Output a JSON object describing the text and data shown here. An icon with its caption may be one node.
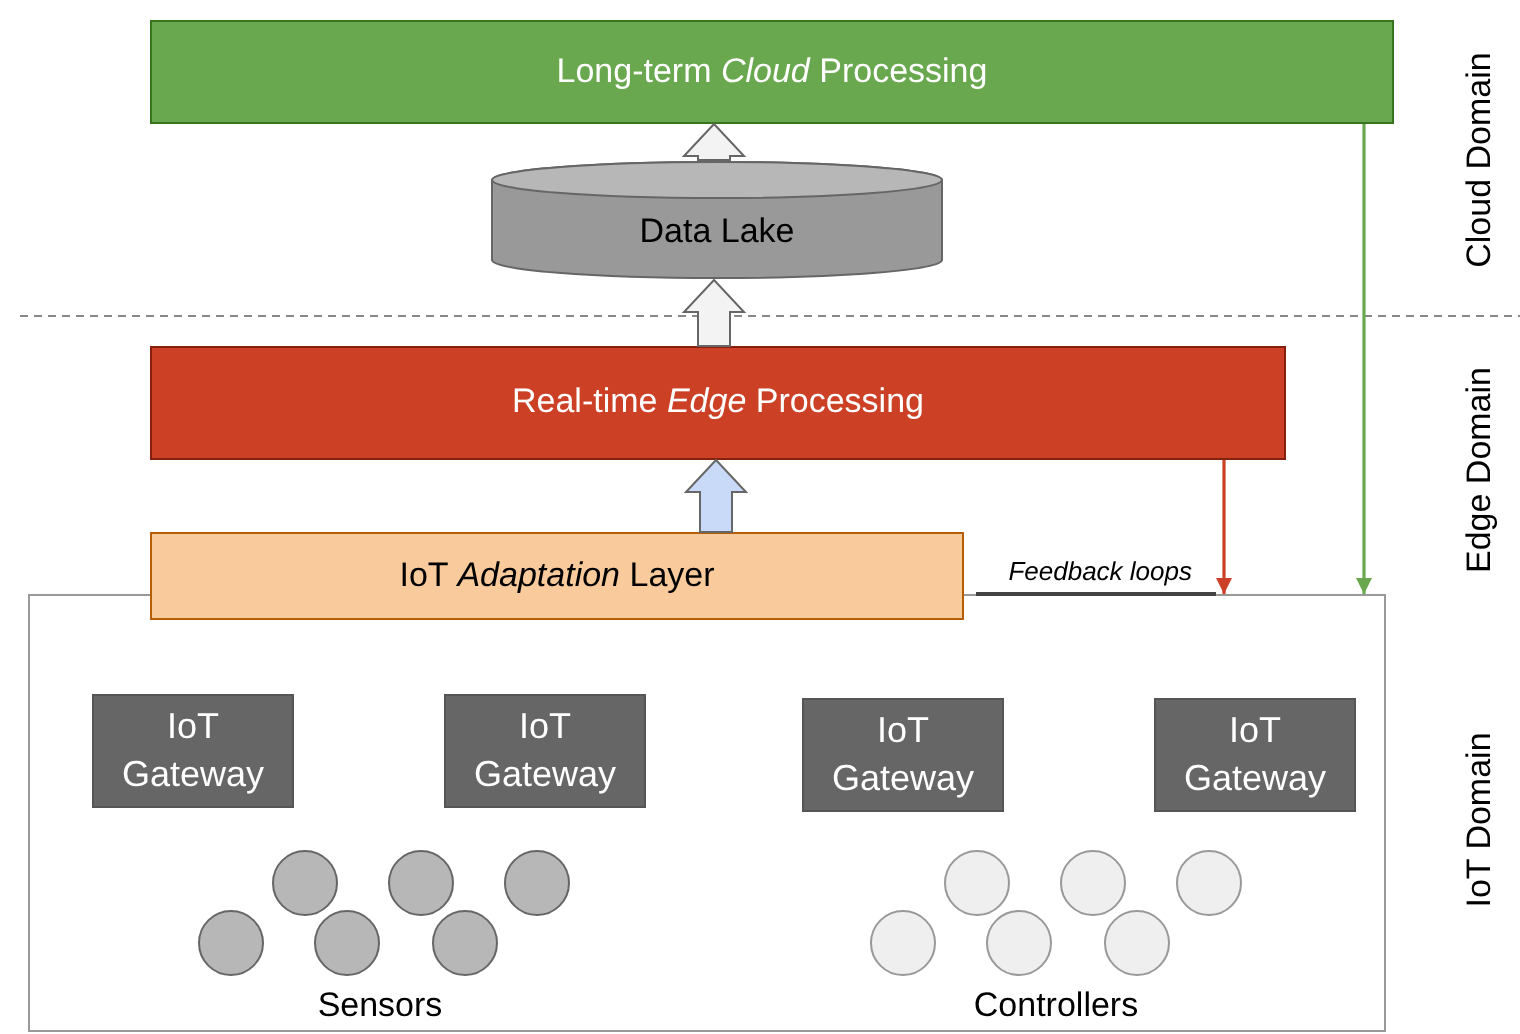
{
  "diagram": {
    "nodes": [
      {
        "text": [
          "Long-term *Cloud* Processing"
        ]
      },
      {
        "text": [
          "Data Lake"
        ]
      },
      {
        "text": [
          "Real-time *Edge* Processing"
        ]
      },
      {
        "text": [],
        "shape": "box"
      },
      {
        "text": [
          "IoT *Adaptation* Layer"
        ]
      },
      {
        "text": [
          "IoT Gateway"
        ],
        "in": 3
      },
      {
        "text": [
          "IoT Gateway"
        ],
        "in": 3
      },
      {
        "text": [
          "IoT Gateway"
        ],
        "in": 3
      },
      {
        "text": [
          "IoT Gateway"
        ],
        "in": 3
      },
      {
        "text": [],
        "shape": "circle",
        "in": 3
      },
      {
        "text": [],
        "shape": "circle",
        "in": 3
      },
      {
        "text": [],
        "shape": "circle",
        "in": 3
      },
      {
        "text": [],
        "shape": "circle",
        "in": 3
      },
      {
        "text": [],
        "shape": "circle",
        "in": 3
      },
      {
        "text": [],
        "shape": "circle",
        "in": 3
      },
      {
        "text": [],
        "shape": "circle",
        "in": 3
      },
      {
        "text": [],
        "shape": "circle",
        "in": 3
      },
      {
        "text": [],
        "shape": "circle",
        "in": 3
      },
      {
        "text": [],
        "shape": "circle",
        "in": 3
      },
      {
        "text": [],
        "shape": "circle",
        "in": 3
      },
      {
        "text": [],
        "shape": "circle",
        "in": 3
      }
    ],
    "edges": [
      {
        "from": 1,
        "to": 0,
        "arrow": "to",
        "style": "thick"
      },
      {
        "from": 2,
        "to": 1,
        "arrow": "to",
        "style": "thick"
      },
      {
        "from": 4,
        "to": 2,
        "arrow": "to",
        "style": "thick",
        "color": "#c9daf8"
      },
      {
        "from": 2,
        "to": 3,
        "arrow": "to",
        "color": "#cc4125",
        "label": "Feedback loops"
      },
      {
        "from": 0,
        "to": 3,
        "arrow": "to",
        "color": "#6aa84f"
      }
    ],
    "labels": [
      "Cloud Domain",
      "Edge Domain",
      "IoT Domain",
      "Sensors",
      "Controllers"
    ]
  }
}
